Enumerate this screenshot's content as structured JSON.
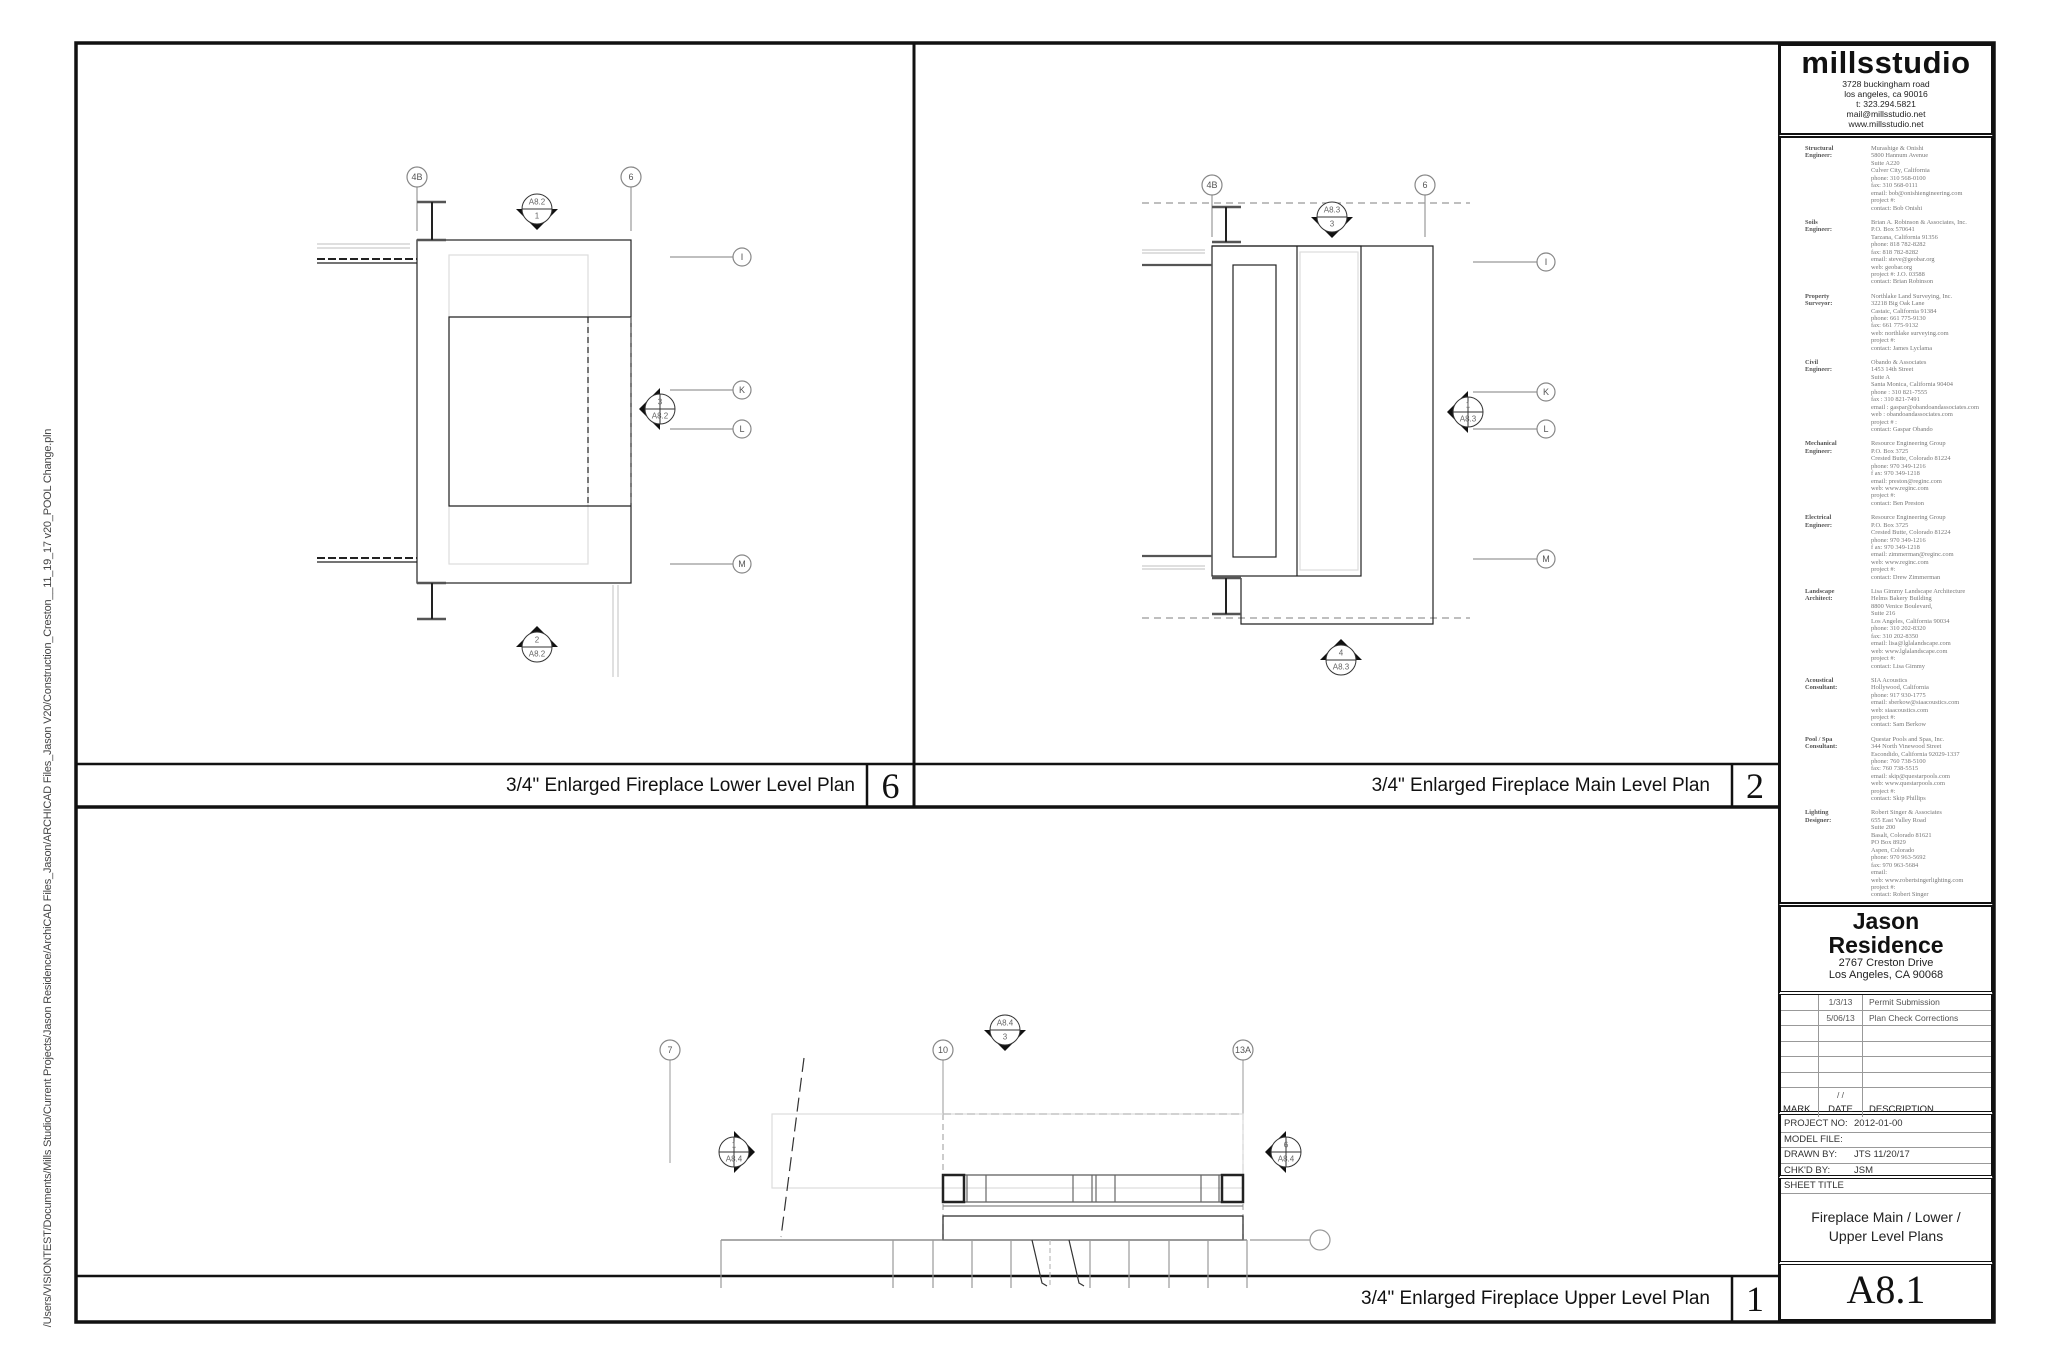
{
  "file_path": "/Users/VISIONTEST/Documents/Mills Studio/Current Projects/Jason Residence/ArchiCAD Files_Jason/ARCHICAD Files_Jason V20/Construction_Creston__11_19_17 v20_POOL Change.pln",
  "drawings": [
    {
      "title": "3/4\" Enlarged Fireplace Lower Level Plan",
      "number": "6",
      "grids": {
        "g1": "4B",
        "g2": "6",
        "r1": "I",
        "r2": "K",
        "r3": "L",
        "r4": "M"
      },
      "markers": [
        {
          "top": "A8.2",
          "bottom": "1"
        },
        {
          "top": "2",
          "bottom": "A8.2"
        },
        {
          "top": "3",
          "bottom": "A8.2"
        }
      ]
    },
    {
      "title": "3/4\" Enlarged Fireplace Main Level Plan",
      "number": "2",
      "grids": {
        "g1": "4B",
        "g2": "6",
        "r1": "I",
        "r2": "K",
        "r3": "L",
        "r4": "M"
      },
      "markers": [
        {
          "top": "A8.3",
          "bottom": "3"
        },
        {
          "top": "4",
          "bottom": "A8.3"
        },
        {
          "top": "1",
          "bottom": "A8.3"
        }
      ]
    },
    {
      "title": "3/4\" Enlarged Fireplace Upper Level Plan",
      "number": "1",
      "grids": {
        "g1": "7",
        "g2": "10",
        "g3": "13A"
      },
      "markers": [
        {
          "top": "A8.4",
          "bottom": "3"
        },
        {
          "top": "1",
          "bottom": "A8.4"
        },
        {
          "top": "6",
          "bottom": "A8.4"
        }
      ]
    }
  ],
  "firm": {
    "name": "millsstudio",
    "lines": [
      "3728 buckingham road",
      "los angeles, ca 90016",
      "t: 323.294.5821",
      "mail@millsstudio.net",
      "www.millsstudio.net"
    ]
  },
  "consultants": [
    {
      "label": "Structural\nEngineer:",
      "lines": [
        "Murashige & Onishi",
        "5800 Hannum Avenue",
        "Suite A220",
        "Culver City, California",
        "phone:   310 568-0100",
        "fax:      310 568-0111",
        "email:   bob@onishiengineering.com",
        "project #:",
        "contact:  Bob Onishi"
      ]
    },
    {
      "label": "Soils\nEngineer:",
      "lines": [
        "Brian A. Robinson & Associates, Inc.",
        "P.O. Box 570641",
        "Tarzana, California 91356",
        "phone:  818 782-8282",
        "fax:      818 782-8282",
        "email:   steve@geobar.org",
        "web:     geobar.org",
        "project #: J.O. 03588",
        "contact: Brian Robinson"
      ]
    },
    {
      "label": "Property\nSurveyor:",
      "lines": [
        "Northlake Land Surveying, Inc.",
        "32218 Big Oak Lane",
        "Castaic, California 91384",
        "phone:  661 775-9130",
        "fax:      661 775-9132",
        "web:     northlake surveying.com",
        "project #:",
        "contact: James Lyclama"
      ]
    },
    {
      "label": "Civil\nEngineer:",
      "lines": [
        "Obando & Associates",
        "1453 14th Street",
        "Suite A",
        "Santa Monica, California 90404",
        "phone :  310 821-7555",
        "fax :      310 821-7491",
        "email :   gaspar@obandoandassociates.com",
        "web :     obandoandassociates.com",
        "project # :",
        "contact:  Gaspar Obando"
      ]
    },
    {
      "label": "Mechanical\nEngineer:",
      "lines": [
        "Resource Engineering Group",
        "P.O. Box 3725",
        "Crested Butte, Colorado 81224",
        "phone:   970 349-1216",
        "f ax:     970 349-1218",
        "email:    preston@reginc.com",
        "web:      www.reginc.com",
        "project #:",
        "contact: Ben Preston"
      ]
    },
    {
      "label": "Electrical\nEngineer:",
      "lines": [
        "Resource Engineering Group",
        "P.O. Box 3725",
        "Crested Butte, Colorado 81224",
        "phone:   970 349-1216",
        "f ax:     970 349-1218",
        "email:    zimmerman@reginc.com",
        "web:      www.reginc.com",
        "project #:",
        "contact:  Drew Zimmerman"
      ]
    },
    {
      "label": "Landscape\nArchitect:",
      "lines": [
        "Lisa Gimmy Landscape Architecture",
        "Helms Bakery Building",
        "8800 Venice Boulevard,",
        "Suite 216",
        "Los Angeles, California 90034",
        "phone:   310 202-8320",
        "fax:       310 202-8350",
        "email:    lisa@lglalandscape.com",
        "web:      www.lglalandscape.com",
        "project #:",
        "contact: Lisa Gimmy"
      ]
    },
    {
      "label": "Acoustical\nConsultant:",
      "lines": [
        "SIA Acoustics",
        "Hollywood, California",
        "phone:   917 930-1775",
        "email:    sberkow@siaacoustics.com",
        "web:      siaacoustics.com",
        "project #:",
        "contact: Sam Berkow"
      ]
    },
    {
      "label": "Pool / Spa\nConsultant:",
      "lines": [
        "Questar Pools and Spas, Inc.",
        "344 North Vinewood Street",
        "Escondido, California 92029-1337",
        "phone:   760 738-5100",
        "fax:       760 738-5515",
        "email:    skip@questarpools.com",
        "web:      www.questarpools.com",
        "project #:",
        "contact:  Skip Phillips"
      ]
    },
    {
      "label": "Lighting\nDesigner:",
      "lines": [
        "Robert Singer & Associates",
        "655 East Valley Road",
        "Suite 200",
        "Basalt, Colorado 81621",
        "PO Box 8929",
        "Aspen, Colorado",
        "phone:   970 963-5692",
        "fax:       970 963-5684",
        "email:",
        "web:      www.robertsingerlighting.com",
        "project #:",
        "contact:  Robert Singer"
      ]
    }
  ],
  "project": {
    "name_line1": "Jason",
    "name_line2": "Residence",
    "address1": "2767 Creston Drive",
    "address2": "Los Angeles, CA  90068"
  },
  "revisions": {
    "rows": [
      {
        "mark": "",
        "date": "1/3/13",
        "description": "Permit Submission"
      },
      {
        "mark": "",
        "date": "5/06/13",
        "description": "Plan Check Corrections"
      },
      {
        "mark": "",
        "date": "",
        "description": ""
      },
      {
        "mark": "",
        "date": "",
        "description": ""
      },
      {
        "mark": "",
        "date": "",
        "description": ""
      },
      {
        "mark": "",
        "date": "",
        "description": ""
      },
      {
        "mark": "",
        "date": "/  /",
        "description": ""
      }
    ],
    "headers": {
      "mark": "MARK",
      "date": "DATE",
      "description": "DESCRIPTION"
    }
  },
  "project_info": [
    {
      "label": "PROJECT NO:",
      "value": "2012-01-00"
    },
    {
      "label": "MODEL FILE:",
      "value": ""
    },
    {
      "label": "DRAWN BY:",
      "value": "JTS  11/20/17"
    },
    {
      "label": "CHK'D BY:",
      "value": "JSM"
    }
  ],
  "sheet": {
    "title_label": "SHEET  TITLE",
    "title_line1": "Fireplace Main / Lower /",
    "title_line2": "Upper Level Plans",
    "number": "A8.1"
  }
}
